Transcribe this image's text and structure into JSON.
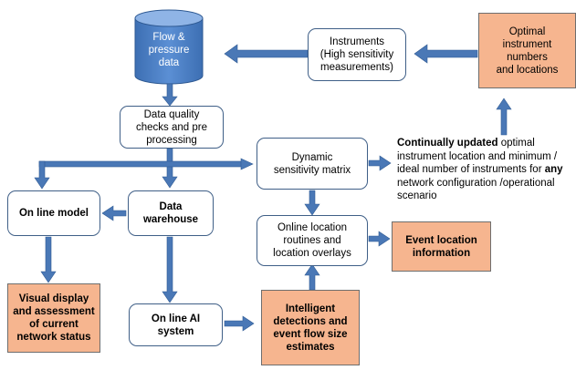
{
  "diagram": {
    "colors": {
      "arrow": "#4a78b6",
      "box_border": "#3f5f87",
      "accent_fill": "#f6b58f",
      "db_fill": "#4a7fc4"
    },
    "database": {
      "label": "Flow &\npressure\ndata"
    },
    "nodes": {
      "instruments": "Instruments\n(High sensitivity\nmeasurements)",
      "optimal": "Optimal\ninstrument\nnumbers\nand locations",
      "dq": "Data quality\nchecks and pre\nprocessing",
      "dsm": "Dynamic\nsensitivity matrix",
      "online_model": "On line model",
      "warehouse": "Data\nwarehouse",
      "olr": "Online location\nroutines and\nlocation overlays",
      "event_loc": "Event location\ninformation",
      "visual": "Visual display\nand assessment\nof current\nnetwork status",
      "ai": "On line AI\nsystem",
      "intelligent": "Intelligent\ndetections and\nevent flow size\nestimates"
    },
    "note": {
      "bold1": "Continually updated",
      "text1": " optimal",
      "line2": "instrument location and minimum /",
      "line3a": "ideal number of instruments for ",
      "bold2": "any",
      "line4": "network configuration /operational",
      "line5": "scenario"
    }
  }
}
